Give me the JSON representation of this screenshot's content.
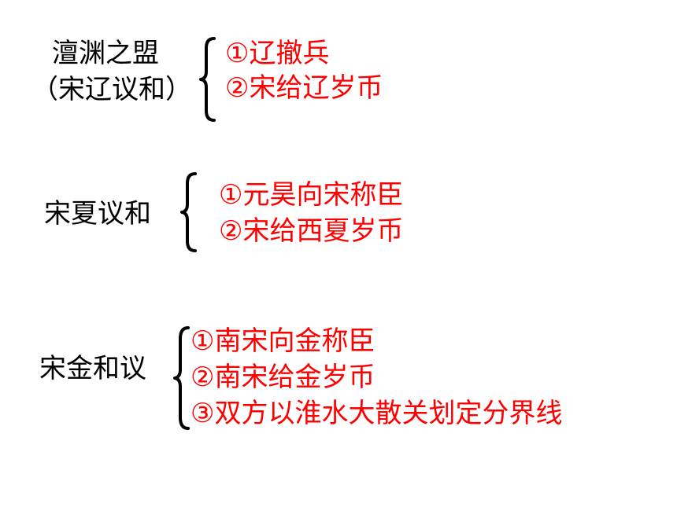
{
  "colors": {
    "label": "#000000",
    "item": "#ff0000",
    "background": "#ffffff"
  },
  "groups": [
    {
      "label_lines": [
        "澶渊之盟",
        "（宋辽议和）"
      ],
      "items": [
        "①辽撤兵",
        "②宋给辽岁币"
      ]
    },
    {
      "label_lines": [
        "宋夏议和"
      ],
      "items": [
        "①元昊向宋称臣",
        "②宋给西夏岁币"
      ]
    },
    {
      "label_lines": [
        "宋金和议"
      ],
      "items": [
        "①南宋向金称臣",
        "②南宋给金岁币",
        "③双方以淮水大散关划定分界线"
      ]
    }
  ]
}
